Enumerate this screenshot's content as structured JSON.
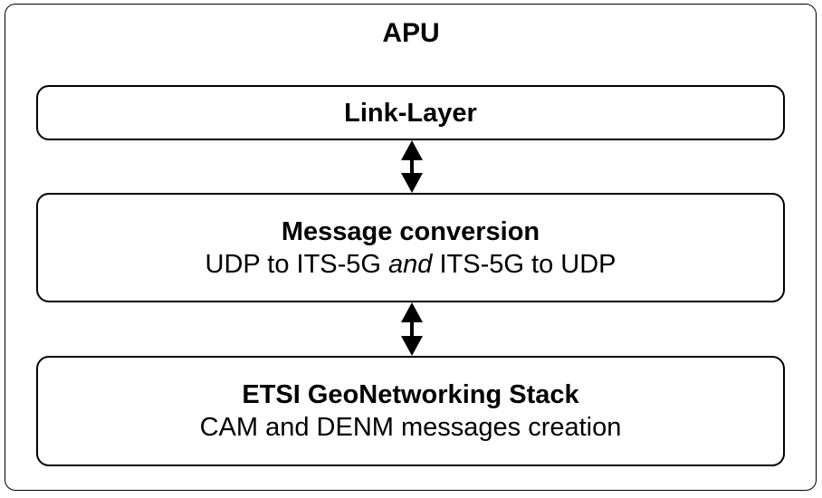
{
  "title": "APU",
  "boxes": {
    "link_layer": {
      "heading": "Link-Layer"
    },
    "message_conversion": {
      "heading": "Message conversion",
      "sub_part1": "UDP to ITS-5G ",
      "sub_italic": "and",
      "sub_part2": " ITS-5G to UDP"
    },
    "geonetworking": {
      "heading": "ETSI GeoNetworking Stack",
      "sub": "CAM and DENM messages creation"
    }
  },
  "arrows": [
    "bidirectional-arrow",
    "bidirectional-arrow"
  ]
}
